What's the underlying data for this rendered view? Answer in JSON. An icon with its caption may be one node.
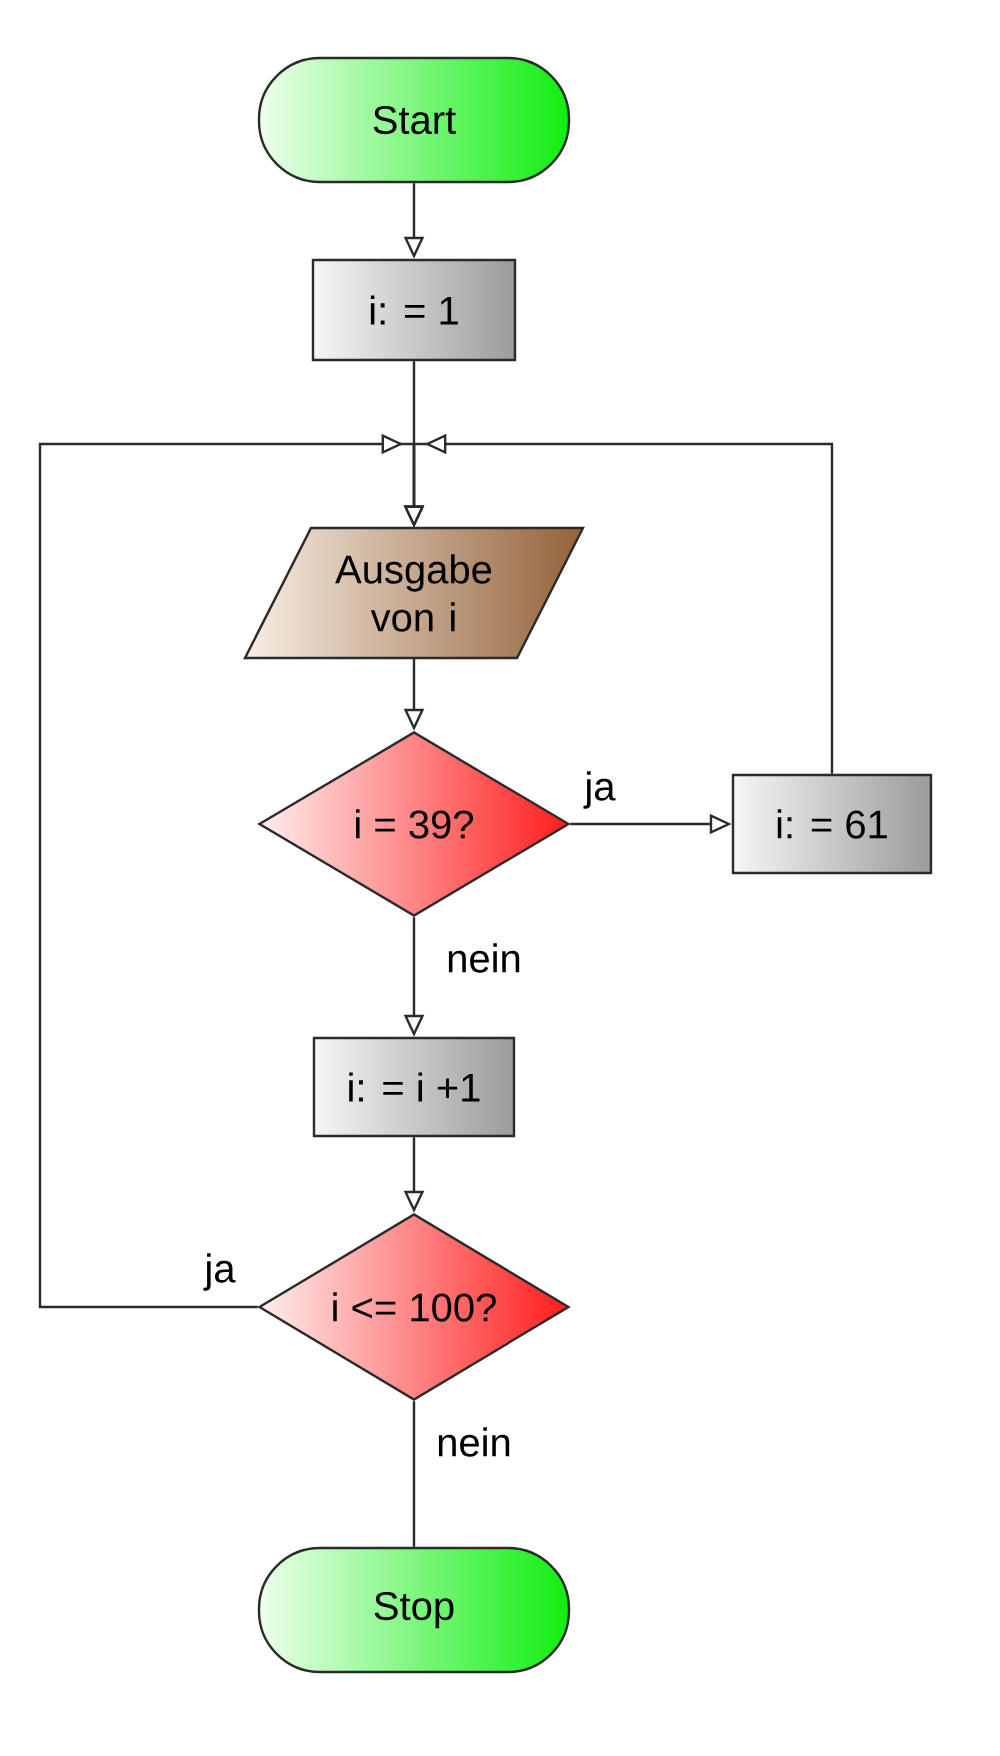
{
  "diagram": {
    "nodes": [
      {
        "text": [
          "Start"
        ]
      },
      {
        "text": [
          "i: = 1"
        ]
      },
      {
        "text": [
          "Ausgabe von i"
        ]
      },
      {
        "text": [
          "i = 39?"
        ]
      },
      {
        "text": [
          "i: = 61"
        ]
      },
      {
        "text": [
          "i: = i +1"
        ]
      },
      {
        "text": [
          "i <= 100?"
        ]
      },
      {
        "text": [
          "Stop"
        ]
      }
    ],
    "edges": [
      {
        "from": 0,
        "to": 1,
        "arrow": "to"
      },
      {
        "from": 1,
        "to": 2,
        "arrow": "to"
      },
      {
        "from": 4,
        "to": 2,
        "arrow": "to"
      },
      {
        "from": 6,
        "to": 2,
        "arrow": "to",
        "label": "ja"
      },
      {
        "from": 2,
        "to": 3,
        "arrow": "to"
      },
      {
        "from": 3,
        "to": 4,
        "arrow": "to",
        "label": "ja"
      },
      {
        "from": 3,
        "to": 5,
        "arrow": "to",
        "label": "nein"
      },
      {
        "from": 5,
        "to": 6,
        "arrow": "to"
      },
      {
        "from": 6,
        "to": 7,
        "arrow": "none",
        "label": "nein"
      }
    ]
  }
}
